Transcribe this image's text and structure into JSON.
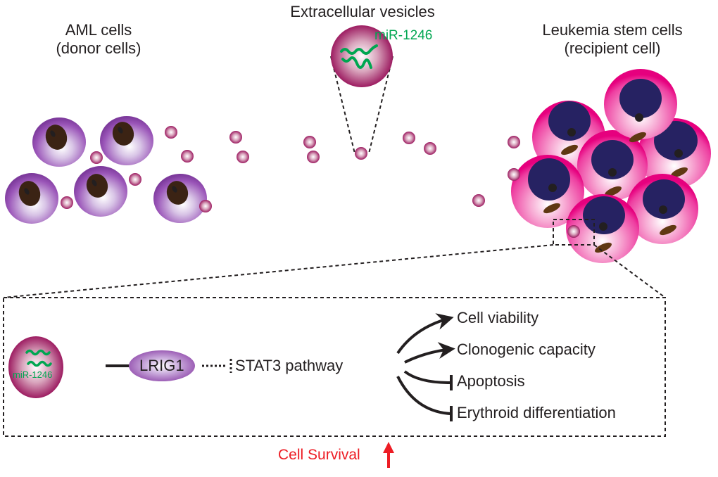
{
  "titles": {
    "donor_line1": "AML cells",
    "donor_line2": "(donor cells)",
    "ev": "Extracellular vesicles",
    "recipient_line1": "Leukemia stem cells",
    "recipient_line2": "(recipient cell)"
  },
  "ev_cargo_label": "miR-1246",
  "pathway": {
    "mirna_label": "miR-1246",
    "target_label": "LRIG1",
    "pathway_label": "STAT3 pathway",
    "outcomes": [
      {
        "label": "Cell viability",
        "effect": "promote"
      },
      {
        "label": "Clonogenic capacity",
        "effect": "promote"
      },
      {
        "label": "Apoptosis",
        "effect": "inhibit"
      },
      {
        "label": "Erythroid differentiation",
        "effect": "inhibit"
      }
    ]
  },
  "footer": {
    "label": "Cell Survival",
    "direction": "up"
  },
  "colors": {
    "donor_cell": "#8a3fa6",
    "donor_nucleus": "#3b2314",
    "recipient_cell": "#ec008c",
    "recipient_nucleus": "#262262",
    "vesicle": "#9e1f63",
    "mirna": "#00a651",
    "accent_red": "#ed1c24",
    "lrig1": "#8a3fa6",
    "text": "#231f20"
  }
}
